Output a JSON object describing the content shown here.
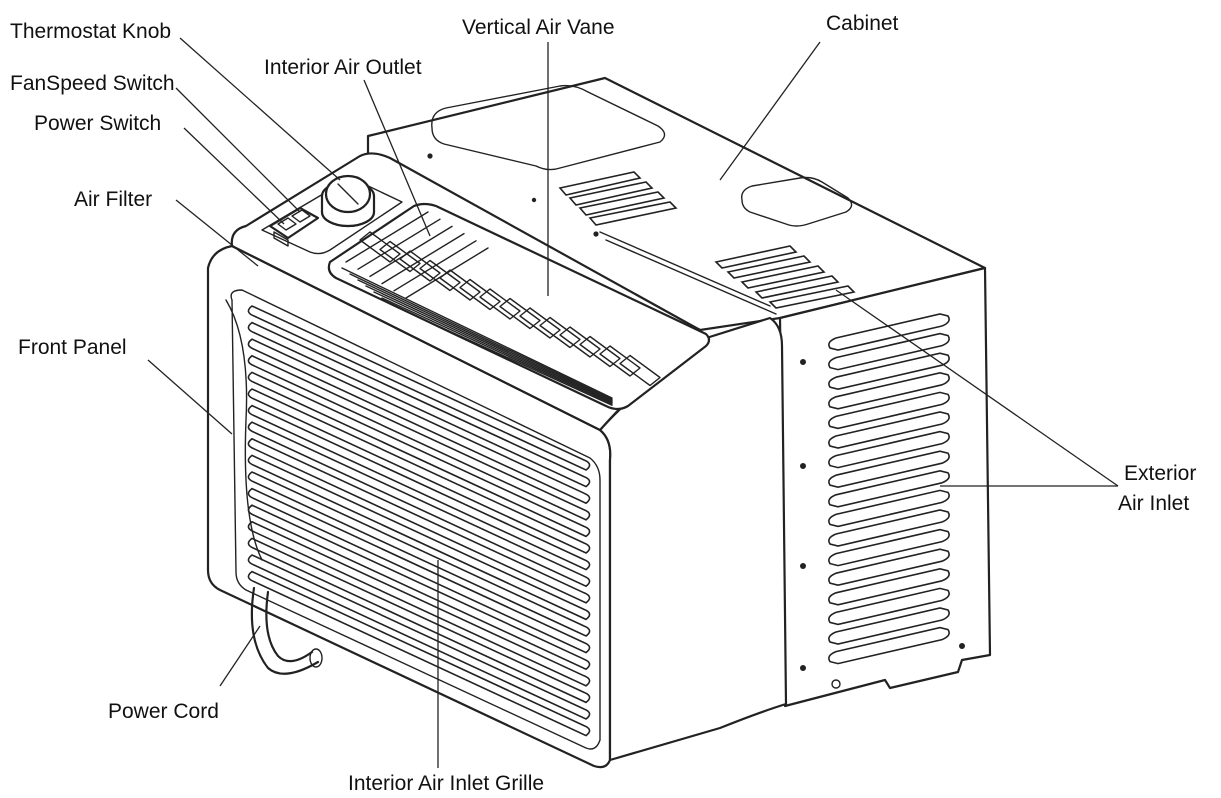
{
  "labels": {
    "thermostat_knob": "Thermostat Knob",
    "vertical_air_vane": "Vertical Air Vane",
    "cabinet": "Cabinet",
    "interior_air_outlet": "Interior Air Outlet",
    "fanspeed_switch": "FanSpeed Switch",
    "power_switch": "Power Switch",
    "air_filter": "Air Filter",
    "front_panel": "Front Panel",
    "exterior_air_inlet_line1": "Exterior",
    "exterior_air_inlet_line2": "Air Inlet",
    "power_cord": "Power Cord",
    "interior_air_inlet_grille": "Interior Air Inlet Grille"
  },
  "colors": {
    "line": "#222222",
    "background": "#ffffff",
    "text": "#111111"
  }
}
